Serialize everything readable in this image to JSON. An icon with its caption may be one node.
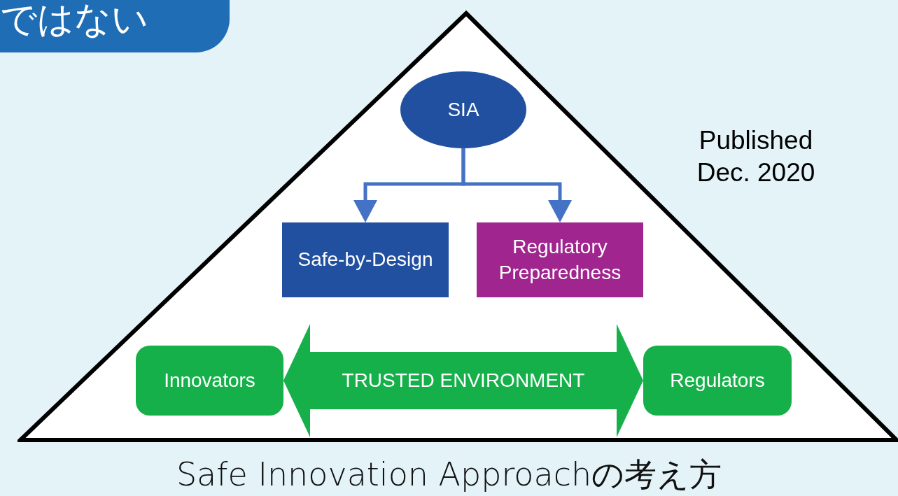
{
  "diagram": {
    "caption": "Safe Innovation Approachの考え方",
    "nodes": [
      {
        "text": [],
        "shape": "triangle"
      },
      {
        "text": [
          "SIA"
        ],
        "in": 0
      },
      {
        "text": [
          "Safe-by-Design"
        ],
        "in": 0
      },
      {
        "text": [
          "Regulatory Preparedness"
        ],
        "in": 0
      },
      {
        "text": [
          "Innovators"
        ],
        "in": 0
      },
      {
        "text": [
          "Regulators"
        ],
        "in": 0
      }
    ],
    "edges": [
      {
        "from": 1,
        "to": 2,
        "arrow": "to"
      },
      {
        "from": 1,
        "to": 3,
        "arrow": "to"
      },
      {
        "from": 4,
        "to": 5,
        "arrow": "both",
        "label": "TRUSTED ENVIRONMENT",
        "style": "thick",
        "color": "#16b04a"
      }
    ],
    "labels": [
      "ではない",
      "Published Dec. 2020"
    ]
  }
}
